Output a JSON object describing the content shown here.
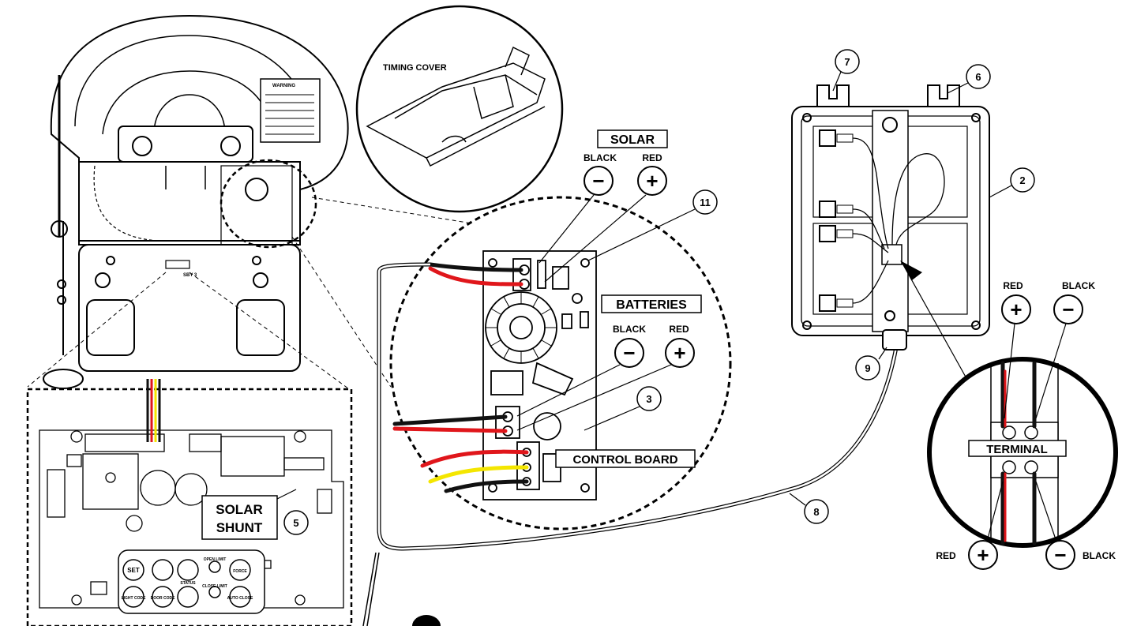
{
  "timing_cover": {
    "label": "TIMING COVER"
  },
  "solar": {
    "title": "SOLAR",
    "black_label": "BLACK",
    "red_label": "RED",
    "minus_symbol": "−",
    "plus_symbol": "+"
  },
  "batteries": {
    "title": "BATTERIES",
    "black_label": "BLACK",
    "red_label": "RED",
    "minus_symbol": "−",
    "plus_symbol": "+"
  },
  "control_board": {
    "label": "CONTROL BOARD"
  },
  "solar_shunt": {
    "line1": "SOLAR",
    "line2": "SHUNT"
  },
  "sby_label": "SBY 3",
  "terminal": {
    "title": "TERMINAL",
    "top_red_label": "RED",
    "top_black_label": "BLACK",
    "bottom_red_label": "RED",
    "bottom_black_label": "BLACK",
    "plus_symbol": "+",
    "minus_symbol": "−"
  },
  "warning_label": "WARNING",
  "keypad": {
    "set": "SET",
    "light_code": "LIGHT CODE",
    "door_code": "DOOR CODE",
    "open_limit": "OPEN LIMIT",
    "close_limit": "CLOSE LIMIT",
    "force": "FORCE",
    "auto_close": "AUTO CLOSE",
    "status": "STATUS"
  },
  "callouts": {
    "c2": "2",
    "c3": "3",
    "c5": "5",
    "c6": "6",
    "c7": "7",
    "c8": "8",
    "c9": "9",
    "c11": "11"
  },
  "colors": {
    "line": "#000000",
    "wire_red": "#e0161b",
    "wire_black": "#111111",
    "wire_yellow": "#f4e600",
    "panel_fill": "#ffffff"
  }
}
